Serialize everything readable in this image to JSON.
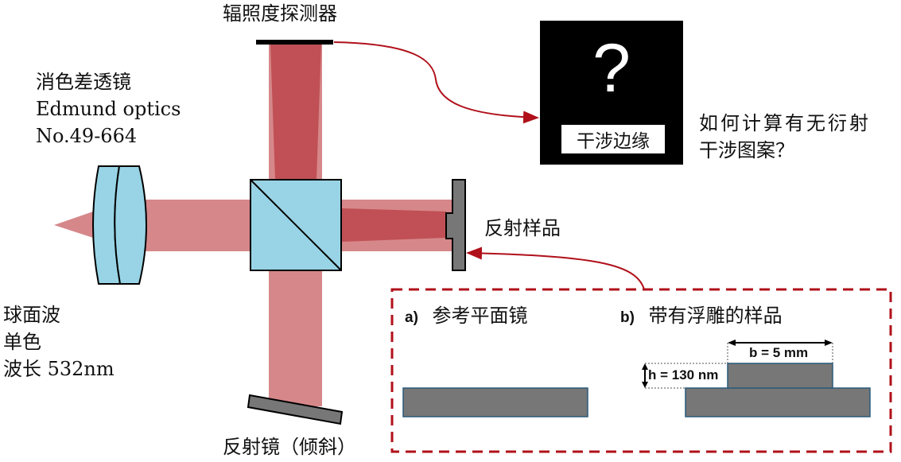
{
  "labels": {
    "detector": "辐照度探测器",
    "lens_line1": "消色差透镜",
    "lens_line2": "Edmund optics",
    "lens_line3": "No.49-664",
    "source_line1": "球面波",
    "source_line2": "单色",
    "source_line3": "波长 532nm",
    "sample": "反射样品",
    "tilted_mirror": "反射镜（倾斜）",
    "question_line1": "如何计算有无衍射",
    "question_line2": "干涉图案？",
    "fringe_box_symbol": "?",
    "fringe_box_label": "干涉边缘"
  },
  "inset": {
    "panel_a": {
      "letter": "a)",
      "title": "参考平面镜"
    },
    "panel_b": {
      "letter": "b)",
      "title": "带有浮雕的样品",
      "width_label": "b = 5 mm",
      "height_label": "h = 130 nm"
    }
  },
  "colors": {
    "beam_light": "#d6878a",
    "beam_dark": "#c05055",
    "glass": "#98d4e5",
    "mirror": "#777777",
    "arrow": "#b0101a"
  }
}
